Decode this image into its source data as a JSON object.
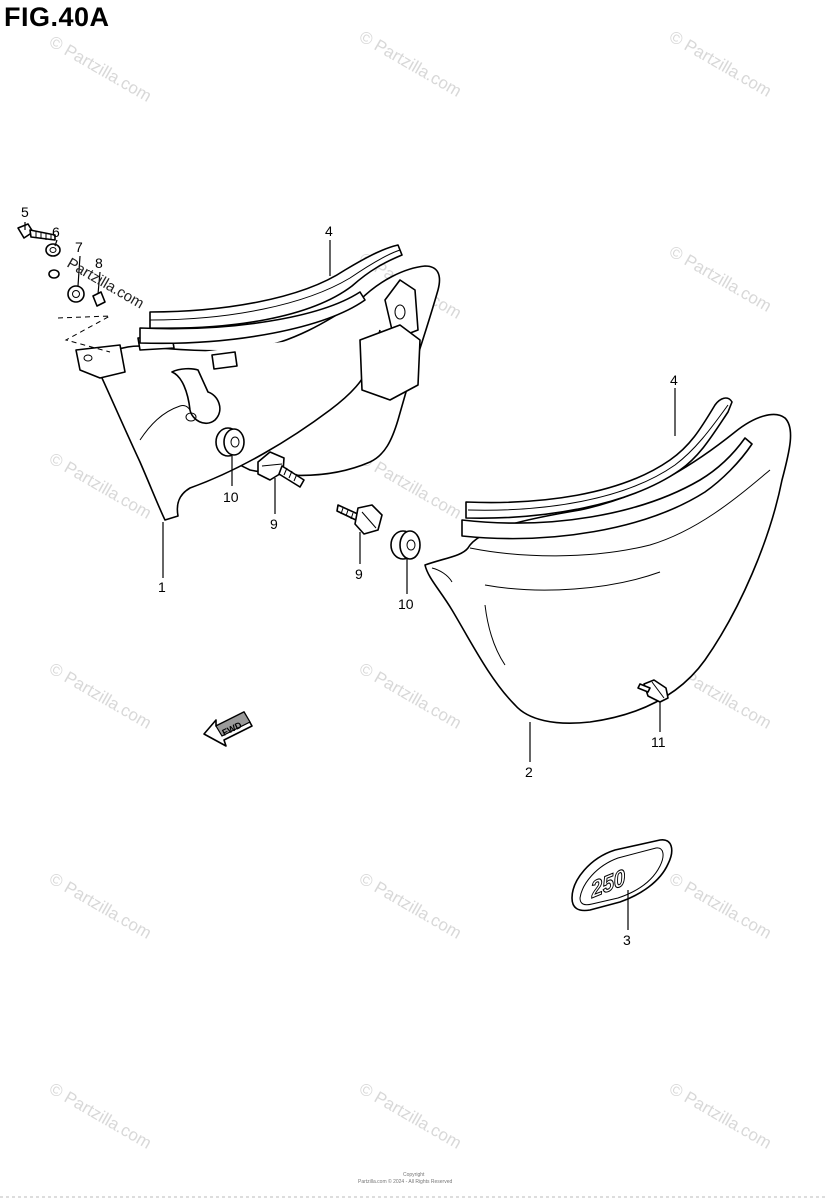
{
  "figure_title": "FIG.40A",
  "callouts": {
    "c1": "1",
    "c2": "2",
    "c3": "3",
    "c4a": "4",
    "c4b": "4",
    "c5": "5",
    "c6": "6",
    "c7": "7",
    "c8": "8",
    "c9a": "9",
    "c9b": "9",
    "c10a": "10",
    "c10b": "10",
    "c11": "11"
  },
  "fwd_label": "FWD",
  "emblem_text": "250",
  "watermark": {
    "text": "© Partzilla.com",
    "overlay": "Partzilla.com"
  },
  "copyright_line1": "Copyright",
  "copyright_line2": "Partzilla.com © 2024 - All Rights Reserved"
}
